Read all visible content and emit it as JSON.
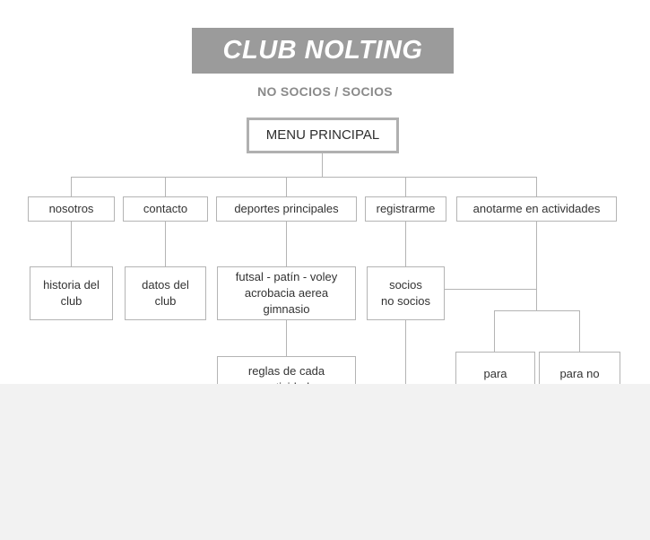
{
  "page": {
    "background": "#ffffff",
    "overlay_color": "#f2f2f2",
    "line_color": "#b4b4b4"
  },
  "header": {
    "title": "CLUB NOLTING",
    "title_bar_color": "#9b9b9b",
    "title_text_color": "#ffffff",
    "subtitle": "NO SOCIOS / SOCIOS",
    "subtitle_color": "#8a8a8a"
  },
  "diagram": {
    "root": {
      "label": "MENU PRINCIPAL"
    },
    "level2": [
      {
        "label": "nosotros"
      },
      {
        "label": "contacto"
      },
      {
        "label": "deportes principales"
      },
      {
        "label": "registrarme"
      },
      {
        "label": "anotarme en actividades"
      }
    ],
    "level3": [
      {
        "label": "historia del\nclub"
      },
      {
        "label": "datos del\nclub"
      },
      {
        "label": "futsal - patín - voley\nacrobacia aerea\ngimnasio"
      },
      {
        "label": "socios\nno socios"
      }
    ],
    "level4": [
      {
        "label": "reglas de cada\nactividad"
      },
      {
        "label": "para"
      },
      {
        "label": "para no"
      }
    ]
  }
}
